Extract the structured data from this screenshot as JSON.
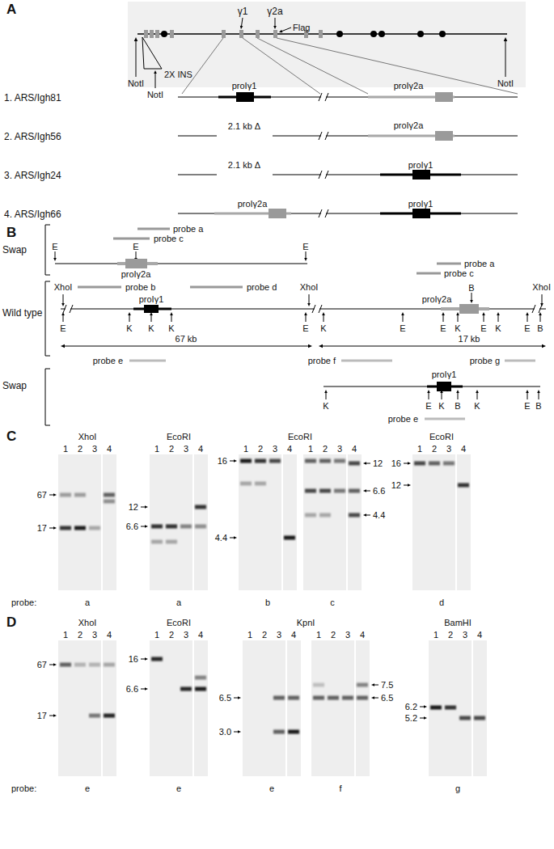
{
  "diagram": {
    "labels": [
      "A",
      "γ1",
      "γ2a",
      "Flag",
      "NotI",
      "2X INS",
      "NotI",
      "NotI",
      "1. ARS/Igh81",
      "proIγ1",
      "proIγ2a",
      "2. ARS/Igh56",
      "2.1 kb Δ",
      "proIγ2a",
      "3. ARS/Igh24",
      "2.1 kb Δ",
      "proIγ1",
      "4. ARS/Igh66",
      "proIγ2a",
      "proIγ1",
      "B",
      "Swap",
      "probe a",
      "probe c",
      "E",
      "E",
      "E",
      "proIγ2a",
      "Wild type",
      "XhoI",
      "probe b",
      "probe d",
      "XhoI",
      "probe a",
      "probe c",
      "XhoI",
      "proIγ1",
      "E",
      "K",
      "K",
      "K",
      "E",
      "K",
      "E",
      "E",
      "K",
      "E",
      "K",
      "E",
      "B",
      "proIγ2a",
      "B",
      "67 kb",
      "17 kb",
      "probe e",
      "probe f",
      "probe g",
      "Swap",
      "proIγ1",
      "K",
      "E",
      "K",
      "B",
      "K",
      "E",
      "B",
      "probe e",
      "C",
      "XhoI",
      "1",
      "2",
      "3",
      "4",
      "67",
      "17",
      "probe:",
      "a",
      "EcoRI",
      "1",
      "2",
      "3",
      "4",
      "12",
      "6.6",
      "a",
      "EcoRI",
      "1",
      "2",
      "3",
      "4",
      "1",
      "2",
      "3",
      "4",
      "16",
      "4.4",
      "12",
      "6.6",
      "4.4",
      "b",
      "c",
      "EcoRI",
      "1",
      "2",
      "3",
      "4",
      "16",
      "12",
      "d",
      "D",
      "XhoI",
      "1",
      "2",
      "3",
      "4",
      "67",
      "17",
      "probe:",
      "e",
      "EcoRI",
      "1",
      "2",
      "3",
      "4",
      "16",
      "6.6",
      "e",
      "KpnI",
      "1",
      "2",
      "3",
      "4",
      "1",
      "2",
      "3",
      "4",
      "6.5",
      "3.0",
      "7.5",
      "6.5",
      "e",
      "f",
      "BamHI",
      "1",
      "2",
      "3",
      "4",
      "6.2",
      "5.2",
      "g"
    ]
  }
}
